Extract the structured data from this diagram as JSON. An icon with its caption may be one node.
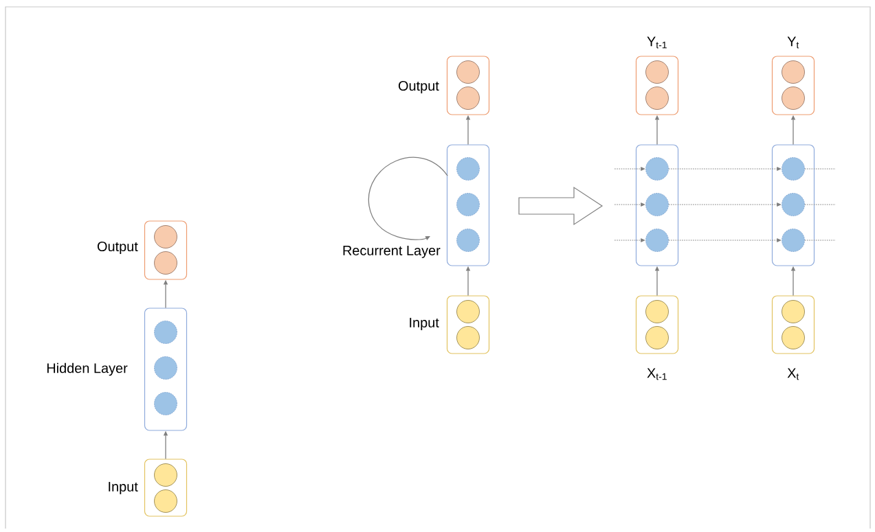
{
  "diagram": {
    "nodes": [
      {
        "text": [
          "Output"
        ]
      },
      {
        "text": [],
        "shape": "circle",
        "in": 0
      },
      {
        "text": [],
        "shape": "circle",
        "in": 0
      },
      {
        "text": [
          "Hidden Layer"
        ]
      },
      {
        "text": [],
        "shape": "circle",
        "in": 3
      },
      {
        "text": [],
        "shape": "circle",
        "in": 3
      },
      {
        "text": [],
        "shape": "circle",
        "in": 3
      },
      {
        "text": [
          "Input"
        ]
      },
      {
        "text": [],
        "shape": "circle",
        "in": 7
      },
      {
        "text": [],
        "shape": "circle",
        "in": 7
      },
      {
        "text": [
          "Output"
        ]
      },
      {
        "text": [],
        "shape": "circle",
        "in": 10
      },
      {
        "text": [],
        "shape": "circle",
        "in": 10
      },
      {
        "text": [
          "Recurrent Layer"
        ]
      },
      {
        "text": [],
        "shape": "circle",
        "in": 13
      },
      {
        "text": [],
        "shape": "circle",
        "in": 13
      },
      {
        "text": [],
        "shape": "circle",
        "in": 13
      },
      {
        "text": [
          "Input"
        ]
      },
      {
        "text": [],
        "shape": "circle",
        "in": 17
      },
      {
        "text": [],
        "shape": "circle",
        "in": 17
      },
      {
        "text": [
          "Y$_{t-1}$"
        ]
      },
      {
        "text": [],
        "shape": "circle",
        "in": 20
      },
      {
        "text": [],
        "shape": "circle",
        "in": 20
      },
      {
        "text": [],
        "shape": "box"
      },
      {
        "text": [],
        "shape": "circle",
        "in": 23
      },
      {
        "text": [],
        "shape": "circle",
        "in": 23
      },
      {
        "text": [],
        "shape": "circle",
        "in": 23
      },
      {
        "text": [
          "X$_{t-1}$"
        ]
      },
      {
        "text": [],
        "shape": "circle",
        "in": 27
      },
      {
        "text": [],
        "shape": "circle",
        "in": 27
      },
      {
        "text": [
          "Y$_{t}$"
        ]
      },
      {
        "text": [],
        "shape": "circle",
        "in": 30
      },
      {
        "text": [],
        "shape": "circle",
        "in": 30
      },
      {
        "text": [],
        "shape": "box"
      },
      {
        "text": [],
        "shape": "circle",
        "in": 33
      },
      {
        "text": [],
        "shape": "circle",
        "in": 33
      },
      {
        "text": [],
        "shape": "circle",
        "in": 33
      },
      {
        "text": [
          "X$_{t}$"
        ]
      },
      {
        "text": [],
        "shape": "circle",
        "in": 37
      },
      {
        "text": [],
        "shape": "circle",
        "in": 37
      }
    ],
    "edges": [
      {
        "from": 7,
        "to": 3,
        "arrow": "to"
      },
      {
        "from": 3,
        "to": 0,
        "arrow": "to"
      },
      {
        "from": 17,
        "to": 13,
        "arrow": "to"
      },
      {
        "from": 13,
        "to": 10,
        "arrow": "to"
      },
      {
        "from": 14,
        "to": 16,
        "arrow": "to"
      },
      {
        "from": 27,
        "to": 23,
        "arrow": "to"
      },
      {
        "from": 23,
        "to": 20,
        "arrow": "to"
      },
      {
        "from": 37,
        "to": 33,
        "arrow": "to"
      },
      {
        "from": 33,
        "to": 30,
        "arrow": "to"
      },
      {
        "from": null,
        "to": 24,
        "arrow": "to",
        "style": "dashed"
      },
      {
        "from": null,
        "to": 25,
        "arrow": "to",
        "style": "dashed"
      },
      {
        "from": null,
        "to": 26,
        "arrow": "to",
        "style": "dashed"
      },
      {
        "from": 24,
        "to": 34,
        "arrow": "to",
        "style": "dashed"
      },
      {
        "from": 25,
        "to": 35,
        "arrow": "to",
        "style": "dashed"
      },
      {
        "from": 26,
        "to": 36,
        "arrow": "to",
        "style": "dashed"
      },
      {
        "from": 34,
        "to": null,
        "arrow": "none",
        "style": "dashed"
      },
      {
        "from": 35,
        "to": null,
        "arrow": "none",
        "style": "dashed"
      },
      {
        "from": 36,
        "to": null,
        "arrow": "none",
        "style": "dashed"
      }
    ]
  }
}
